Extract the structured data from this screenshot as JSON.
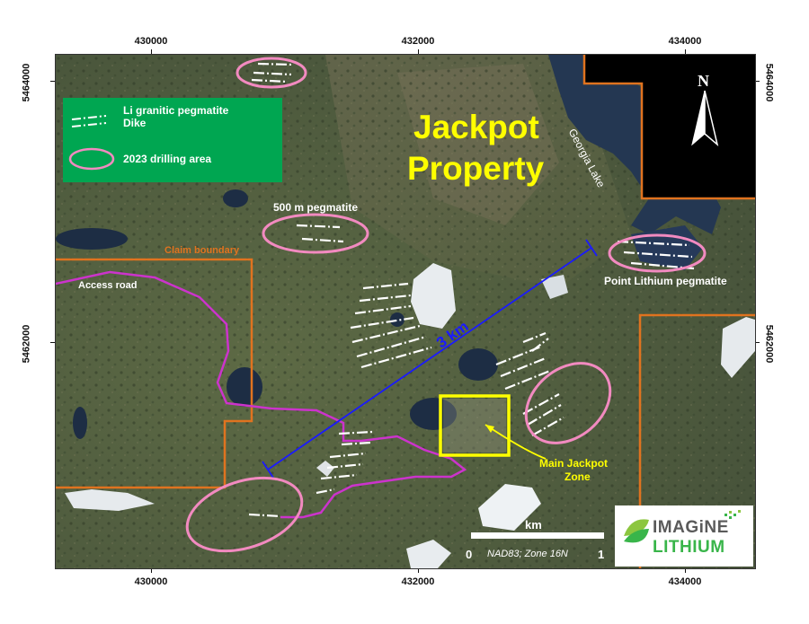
{
  "title": {
    "line1": "Jackpot",
    "line2": "Property"
  },
  "axes": {
    "x_ticks": [
      "430000",
      "432000",
      "434000"
    ],
    "y_ticks": [
      "5464000",
      "5462000"
    ]
  },
  "legend": {
    "dike_label_line1": "Li granitic pegmatite",
    "dike_label_line2": "Dike",
    "drilling_label": "2023 drilling area"
  },
  "labels": {
    "georgia_lake": "Georgia Lake",
    "pegmatite_500m": "500 m pegmatite",
    "claim_boundary": "Claim boundary",
    "access_road": "Access road",
    "point_lithium": "Point Lithium pegmatite",
    "distance": "3 km",
    "main_zone_line1": "Main Jackpot",
    "main_zone_line2": "Zone"
  },
  "north_arrow": {
    "letter": "N"
  },
  "scale_bar": {
    "unit": "km",
    "start": "0",
    "end": "1",
    "projection": "NAD83; Zone 16N"
  },
  "logo": {
    "word1": "IMAGiNE",
    "word2": "LITHIUM"
  },
  "colors": {
    "title": "#ffff00",
    "legend_bg": "#00a651",
    "drilling_ellipse": "#f28ac0",
    "access_road": "#cc33cc",
    "claim_boundary": "#e0731f",
    "distance_line": "#1a1aff",
    "main_zone_box": "#ffff00",
    "lake": "#243752"
  }
}
